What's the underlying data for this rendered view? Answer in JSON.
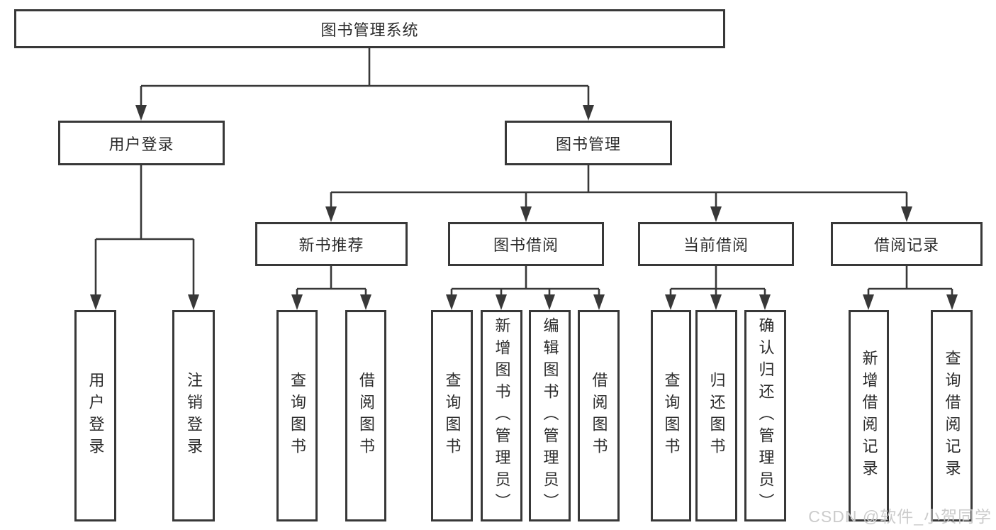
{
  "diagram": {
    "root": "图书管理系统",
    "user_login_branch": {
      "label": "用户登录",
      "children": [
        "用户登录",
        "注销登录"
      ]
    },
    "book_mgmt_branch": {
      "label": "图书管理",
      "groups": [
        {
          "label": "新书推荐",
          "children": [
            "查询图书",
            "借阅图书"
          ]
        },
        {
          "label": "图书借阅",
          "children": [
            "查询图书",
            "新增图书（管理员）",
            "编辑图书（管理员）",
            "借阅图书"
          ]
        },
        {
          "label": "当前借阅",
          "children": [
            "查询图书",
            "归还图书",
            "确认归还（管理员）"
          ]
        },
        {
          "label": "借阅记录",
          "children": [
            "新增借阅记录",
            "查询借阅记录"
          ]
        }
      ]
    }
  },
  "watermark": "CSDN @软件_小贺同学",
  "colors": {
    "line": "#383838",
    "text": "#2b2b2b",
    "watermark": "#c8c8c8",
    "background": "#ffffff"
  }
}
